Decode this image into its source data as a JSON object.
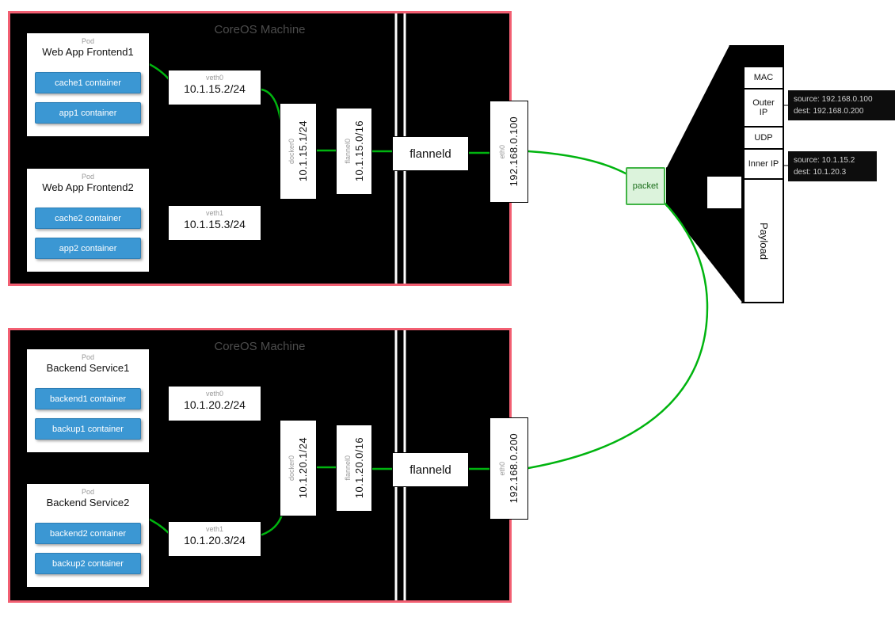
{
  "machines": [
    {
      "title": "CoreOS Machine",
      "pods": [
        {
          "tag": "Pod",
          "name": "Web App Frontend1",
          "containers": [
            {
              "label": "cache1 container"
            },
            {
              "label": "app1 container"
            }
          ]
        },
        {
          "tag": "Pod",
          "name": "Web App Frontend2",
          "containers": [
            {
              "label": "cache2 container"
            },
            {
              "label": "app2 container"
            }
          ]
        }
      ],
      "interfaces": {
        "veth0": {
          "label": "veth0",
          "ip": "10.1.15.2/24"
        },
        "veth1": {
          "label": "veth1",
          "ip": "10.1.15.3/24"
        },
        "docker0": {
          "label": "docker0",
          "ip": "10.1.15.1/24"
        },
        "flannel0": {
          "label": "flannel0",
          "ip": "10.1.15.0/16"
        },
        "flanneld": {
          "label": "flanneld"
        },
        "eth0": {
          "label": "eth0",
          "ip": "192.168.0.100"
        }
      }
    },
    {
      "title": "CoreOS Machine",
      "pods": [
        {
          "tag": "Pod",
          "name": "Backend Service1",
          "containers": [
            {
              "label": "backend1 container"
            },
            {
              "label": "backup1 container"
            }
          ]
        },
        {
          "tag": "Pod",
          "name": "Backend Service2",
          "containers": [
            {
              "label": "backend2 container"
            },
            {
              "label": "backup2 container"
            }
          ]
        }
      ],
      "interfaces": {
        "veth0": {
          "label": "veth0",
          "ip": "10.1.20.2/24"
        },
        "veth1": {
          "label": "veth1",
          "ip": "10.1.20.3/24"
        },
        "docker0": {
          "label": "docker0",
          "ip": "10.1.20.1/24"
        },
        "flannel0": {
          "label": "flannel0",
          "ip": "10.1.20.0/16"
        },
        "flanneld": {
          "label": "flanneld"
        },
        "eth0": {
          "label": "eth0",
          "ip": "192.168.0.200"
        }
      }
    }
  ],
  "packet": {
    "label": "packet",
    "layers": {
      "mac": "MAC",
      "outer_ip": "Outer IP",
      "udp": "UDP",
      "inner_ip": "Inner IP",
      "payload": "Payload"
    },
    "outer_ip_detail": {
      "source": "source: 192.168.0.100",
      "dest": "dest: 192.168.0.200"
    },
    "inner_ip_detail": {
      "source": "source: 10.1.15.2",
      "dest": "dest: 10.1.20.3"
    }
  },
  "colors": {
    "machine_bg": "#000000",
    "machine_border": "#f25f72",
    "container_blue": "#3b97d3",
    "flow_green": "#00b40f",
    "packet_fill": "#dcf3dc",
    "packet_border": "#41b445"
  }
}
